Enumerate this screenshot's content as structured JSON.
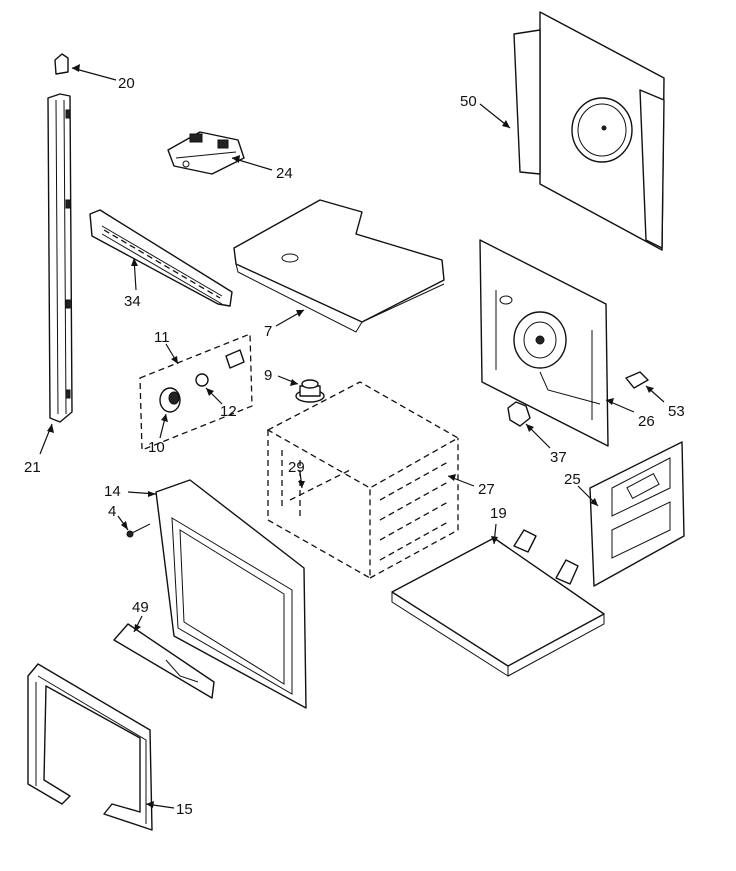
{
  "callouts": [
    {
      "id": "c20",
      "text": "20"
    },
    {
      "id": "c21",
      "text": "21"
    },
    {
      "id": "c24",
      "text": "24"
    },
    {
      "id": "c34",
      "text": "34"
    },
    {
      "id": "c50",
      "text": "50"
    },
    {
      "id": "c7",
      "text": "7"
    },
    {
      "id": "c11",
      "text": "11"
    },
    {
      "id": "c12",
      "text": "12"
    },
    {
      "id": "c10",
      "text": "10"
    },
    {
      "id": "c9",
      "text": "9"
    },
    {
      "id": "c29",
      "text": "29"
    },
    {
      "id": "c27",
      "text": "27"
    },
    {
      "id": "c26",
      "text": "26"
    },
    {
      "id": "c53",
      "text": "53"
    },
    {
      "id": "c37",
      "text": "37"
    },
    {
      "id": "c25",
      "text": "25"
    },
    {
      "id": "c14",
      "text": "14"
    },
    {
      "id": "c4",
      "text": "4"
    },
    {
      "id": "c19",
      "text": "19"
    },
    {
      "id": "c49",
      "text": "49"
    },
    {
      "id": "c15",
      "text": "15"
    }
  ]
}
